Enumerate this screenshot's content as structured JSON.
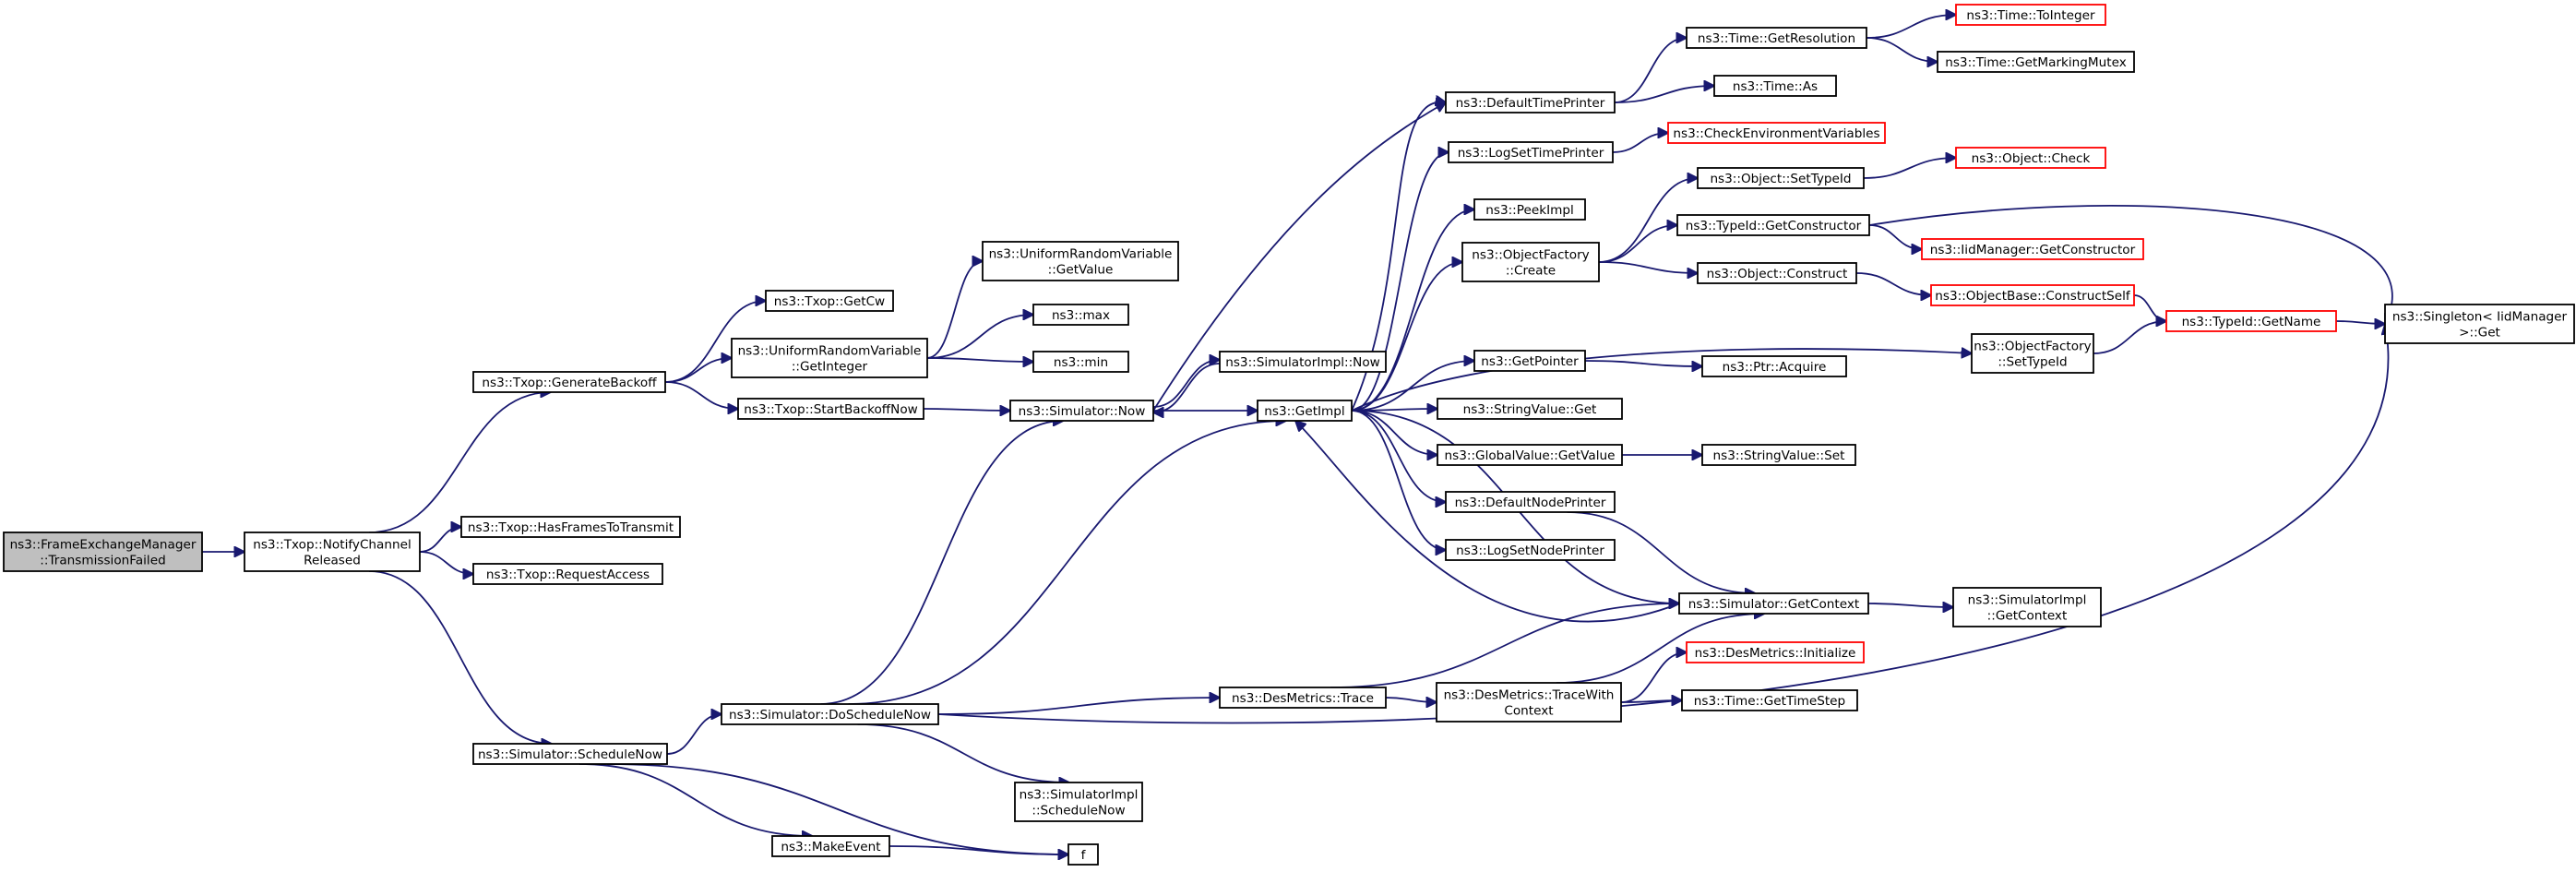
{
  "colors": {
    "edge": "#191970",
    "node_border": "#000000",
    "node_fill": "#ffffff",
    "root_fill": "#bfbfbf",
    "truncated_border": "#ff0000"
  },
  "nodes": [
    {
      "id": "root",
      "lines": [
        "ns3::FrameExchangeManager",
        "::TransmissionFailed"
      ],
      "style": "root"
    },
    {
      "id": "notify",
      "lines": [
        "ns3::Txop::NotifyChannel",
        "Released"
      ],
      "style": "normal"
    },
    {
      "id": "genback",
      "lines": [
        "ns3::Txop::GenerateBackoff"
      ],
      "style": "normal"
    },
    {
      "id": "hasframes",
      "lines": [
        "ns3::Txop::HasFramesToTransmit"
      ],
      "style": "normal"
    },
    {
      "id": "reqaccess",
      "lines": [
        "ns3::Txop::RequestAccess"
      ],
      "style": "normal"
    },
    {
      "id": "schednow",
      "lines": [
        "ns3::Simulator::ScheduleNow"
      ],
      "style": "normal"
    },
    {
      "id": "getcw",
      "lines": [
        "ns3::Txop::GetCw"
      ],
      "style": "normal"
    },
    {
      "id": "urvgetint",
      "lines": [
        "ns3::UniformRandomVariable",
        "::GetInteger"
      ],
      "style": "normal"
    },
    {
      "id": "startback",
      "lines": [
        "ns3::Txop::StartBackoffNow"
      ],
      "style": "normal"
    },
    {
      "id": "urvgetval",
      "lines": [
        "ns3::UniformRandomVariable",
        "::GetValue"
      ],
      "style": "normal"
    },
    {
      "id": "max",
      "lines": [
        "ns3::max"
      ],
      "style": "normal"
    },
    {
      "id": "min",
      "lines": [
        "ns3::min"
      ],
      "style": "normal"
    },
    {
      "id": "simnow",
      "lines": [
        "ns3::Simulator::Now"
      ],
      "style": "normal"
    },
    {
      "id": "doschednow",
      "lines": [
        "ns3::Simulator::DoScheduleNow"
      ],
      "style": "normal"
    },
    {
      "id": "makeevent",
      "lines": [
        "ns3::MakeEvent"
      ],
      "style": "normal"
    },
    {
      "id": "f",
      "lines": [
        "f"
      ],
      "style": "normal"
    },
    {
      "id": "simimplnow",
      "lines": [
        "ns3::SimulatorImpl::Now"
      ],
      "style": "normal"
    },
    {
      "id": "getimpl",
      "lines": [
        "ns3::GetImpl"
      ],
      "style": "normal"
    },
    {
      "id": "desmtrace",
      "lines": [
        "ns3::DesMetrics::Trace"
      ],
      "style": "normal"
    },
    {
      "id": "simimplsched",
      "lines": [
        "ns3::SimulatorImpl",
        "::ScheduleNow"
      ],
      "style": "normal"
    },
    {
      "id": "deftimeprinter",
      "lines": [
        "ns3::DefaultTimePrinter"
      ],
      "style": "normal"
    },
    {
      "id": "logsettimeprinter",
      "lines": [
        "ns3::LogSetTimePrinter"
      ],
      "style": "normal"
    },
    {
      "id": "peekimpl",
      "lines": [
        "ns3::PeekImpl"
      ],
      "style": "normal"
    },
    {
      "id": "objfactcreate",
      "lines": [
        "ns3::ObjectFactory",
        "::Create"
      ],
      "style": "normal"
    },
    {
      "id": "getpointer",
      "lines": [
        "ns3::GetPointer"
      ],
      "style": "normal"
    },
    {
      "id": "strvalget",
      "lines": [
        "ns3::StringValue::Get"
      ],
      "style": "normal"
    },
    {
      "id": "globalvalget",
      "lines": [
        "ns3::GlobalValue::GetValue"
      ],
      "style": "normal"
    },
    {
      "id": "defnodeprinter",
      "lines": [
        "ns3::DefaultNodePrinter"
      ],
      "style": "normal"
    },
    {
      "id": "logsetnodeprinter",
      "lines": [
        "ns3::LogSetNodePrinter"
      ],
      "style": "normal"
    },
    {
      "id": "desmtracectx",
      "lines": [
        "ns3::DesMetrics::TraceWith",
        "Context"
      ],
      "style": "normal"
    },
    {
      "id": "timegetres",
      "lines": [
        "ns3::Time::GetResolution"
      ],
      "style": "normal"
    },
    {
      "id": "timeas",
      "lines": [
        "ns3::Time::As"
      ],
      "style": "normal"
    },
    {
      "id": "checkenv",
      "lines": [
        "ns3::CheckEnvironmentVariables"
      ],
      "style": "truncated"
    },
    {
      "id": "objsettypeid",
      "lines": [
        "ns3::Object::SetTypeId"
      ],
      "style": "normal"
    },
    {
      "id": "typeidgetctor",
      "lines": [
        "ns3::TypeId::GetConstructor"
      ],
      "style": "normal"
    },
    {
      "id": "objconstruct",
      "lines": [
        "ns3::Object::Construct"
      ],
      "style": "normal"
    },
    {
      "id": "objfactsettypeid",
      "lines": [
        "ns3::ObjectFactory",
        "::SetTypeId"
      ],
      "style": "normal"
    },
    {
      "id": "ptracquire",
      "lines": [
        "ns3::Ptr::Acquire"
      ],
      "style": "normal"
    },
    {
      "id": "strvalset",
      "lines": [
        "ns3::StringValue::Set"
      ],
      "style": "normal"
    },
    {
      "id": "simgetctx",
      "lines": [
        "ns3::Simulator::GetContext"
      ],
      "style": "normal"
    },
    {
      "id": "desminit",
      "lines": [
        "ns3::DesMetrics::Initialize"
      ],
      "style": "truncated"
    },
    {
      "id": "timegetstep",
      "lines": [
        "ns3::Time::GetTimeStep"
      ],
      "style": "normal"
    },
    {
      "id": "timetoint",
      "lines": [
        "ns3::Time::ToInteger"
      ],
      "style": "truncated"
    },
    {
      "id": "timegetmark",
      "lines": [
        "ns3::Time::GetMarkingMutex"
      ],
      "style": "normal"
    },
    {
      "id": "objcheck",
      "lines": [
        "ns3::Object::Check"
      ],
      "style": "truncated"
    },
    {
      "id": "iidgetctor",
      "lines": [
        "ns3::IidManager::GetConstructor"
      ],
      "style": "truncated"
    },
    {
      "id": "objbaseconstruct",
      "lines": [
        "ns3::ObjectBase::ConstructSelf"
      ],
      "style": "truncated"
    },
    {
      "id": "simimplgetctx",
      "lines": [
        "ns3::SimulatorImpl",
        "::GetContext"
      ],
      "style": "normal"
    },
    {
      "id": "typeidgetname",
      "lines": [
        "ns3::TypeId::GetName"
      ],
      "style": "truncated"
    },
    {
      "id": "singletonget",
      "lines": [
        "ns3::Singleton< IidManager",
        ">::Get"
      ],
      "style": "normal"
    }
  ],
  "edges": [
    [
      "root",
      "notify"
    ],
    [
      "notify",
      "genback"
    ],
    [
      "notify",
      "hasframes"
    ],
    [
      "notify",
      "reqaccess"
    ],
    [
      "notify",
      "schednow"
    ],
    [
      "genback",
      "getcw"
    ],
    [
      "genback",
      "urvgetint"
    ],
    [
      "genback",
      "startback"
    ],
    [
      "urvgetint",
      "urvgetval"
    ],
    [
      "urvgetint",
      "max"
    ],
    [
      "urvgetint",
      "min"
    ],
    [
      "startback",
      "simnow"
    ],
    [
      "schednow",
      "doschednow"
    ],
    [
      "schednow",
      "makeevent"
    ],
    [
      "schednow",
      "f"
    ],
    [
      "makeevent",
      "f"
    ],
    [
      "doschednow",
      "simnow"
    ],
    [
      "doschednow",
      "getimpl"
    ],
    [
      "doschednow",
      "desmtrace"
    ],
    [
      "doschednow",
      "simimplsched"
    ],
    [
      "doschednow",
      "singletonget"
    ],
    [
      "simnow",
      "simimplnow"
    ],
    [
      "simnow",
      "getimpl"
    ],
    [
      "simnow",
      "deftimeprinter"
    ],
    [
      "simimplnow",
      "simnow"
    ],
    [
      "getimpl",
      "deftimeprinter"
    ],
    [
      "getimpl",
      "logsettimeprinter"
    ],
    [
      "getimpl",
      "peekimpl"
    ],
    [
      "getimpl",
      "objfactcreate"
    ],
    [
      "getimpl",
      "objfactsettypeid"
    ],
    [
      "getimpl",
      "getpointer"
    ],
    [
      "getimpl",
      "strvalget"
    ],
    [
      "getimpl",
      "globalvalget"
    ],
    [
      "getimpl",
      "defnodeprinter"
    ],
    [
      "getimpl",
      "logsetnodeprinter"
    ],
    [
      "getimpl",
      "simgetctx"
    ],
    [
      "simgetctx",
      "getimpl"
    ],
    [
      "deftimeprinter",
      "timegetres"
    ],
    [
      "deftimeprinter",
      "timeas"
    ],
    [
      "timegetres",
      "timetoint"
    ],
    [
      "timegetres",
      "timegetmark"
    ],
    [
      "logsettimeprinter",
      "checkenv"
    ],
    [
      "objfactcreate",
      "objsettypeid"
    ],
    [
      "objfactcreate",
      "typeidgetctor"
    ],
    [
      "objfactcreate",
      "objconstruct"
    ],
    [
      "objsettypeid",
      "objcheck"
    ],
    [
      "typeidgetctor",
      "iidgetctor"
    ],
    [
      "typeidgetctor",
      "singletonget"
    ],
    [
      "objconstruct",
      "objbaseconstruct"
    ],
    [
      "objbaseconstruct",
      "typeidgetname"
    ],
    [
      "objfactsettypeid",
      "typeidgetname"
    ],
    [
      "typeidgetname",
      "singletonget"
    ],
    [
      "getpointer",
      "ptracquire"
    ],
    [
      "globalvalget",
      "strvalset"
    ],
    [
      "defnodeprinter",
      "simgetctx"
    ],
    [
      "desmtrace",
      "simgetctx"
    ],
    [
      "desmtrace",
      "desmtracectx"
    ],
    [
      "desmtracectx",
      "simgetctx"
    ],
    [
      "desmtracectx",
      "desminit"
    ],
    [
      "desmtracectx",
      "timegetstep"
    ],
    [
      "simgetctx",
      "simimplgetctx"
    ]
  ]
}
